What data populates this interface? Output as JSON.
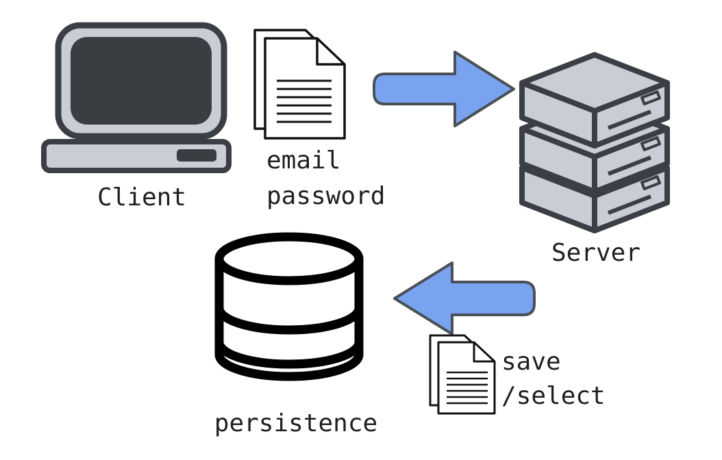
{
  "colors": {
    "device_fill": "#c9ced6",
    "device_stroke": "#3b3f45",
    "screen_dark": "#3a3d42",
    "arrow_fill": "#7aa3ef",
    "arrow_stroke": "#4a5058",
    "ink": "#111111"
  },
  "nodes": {
    "client": {
      "label": "Client",
      "icon": "computer-icon"
    },
    "server": {
      "label": "Server",
      "icon": "server-stack-icon"
    },
    "persistence": {
      "label": "persistence",
      "icon": "database-icon"
    }
  },
  "messages": {
    "request": {
      "lines": [
        "email",
        "password"
      ],
      "icon": "documents-icon"
    },
    "storage": {
      "lines": [
        "save",
        "/select"
      ],
      "icon": "documents-icon"
    }
  },
  "arrows": {
    "client_to_server": {
      "direction": "right"
    },
    "server_to_persistence": {
      "direction": "left"
    }
  }
}
